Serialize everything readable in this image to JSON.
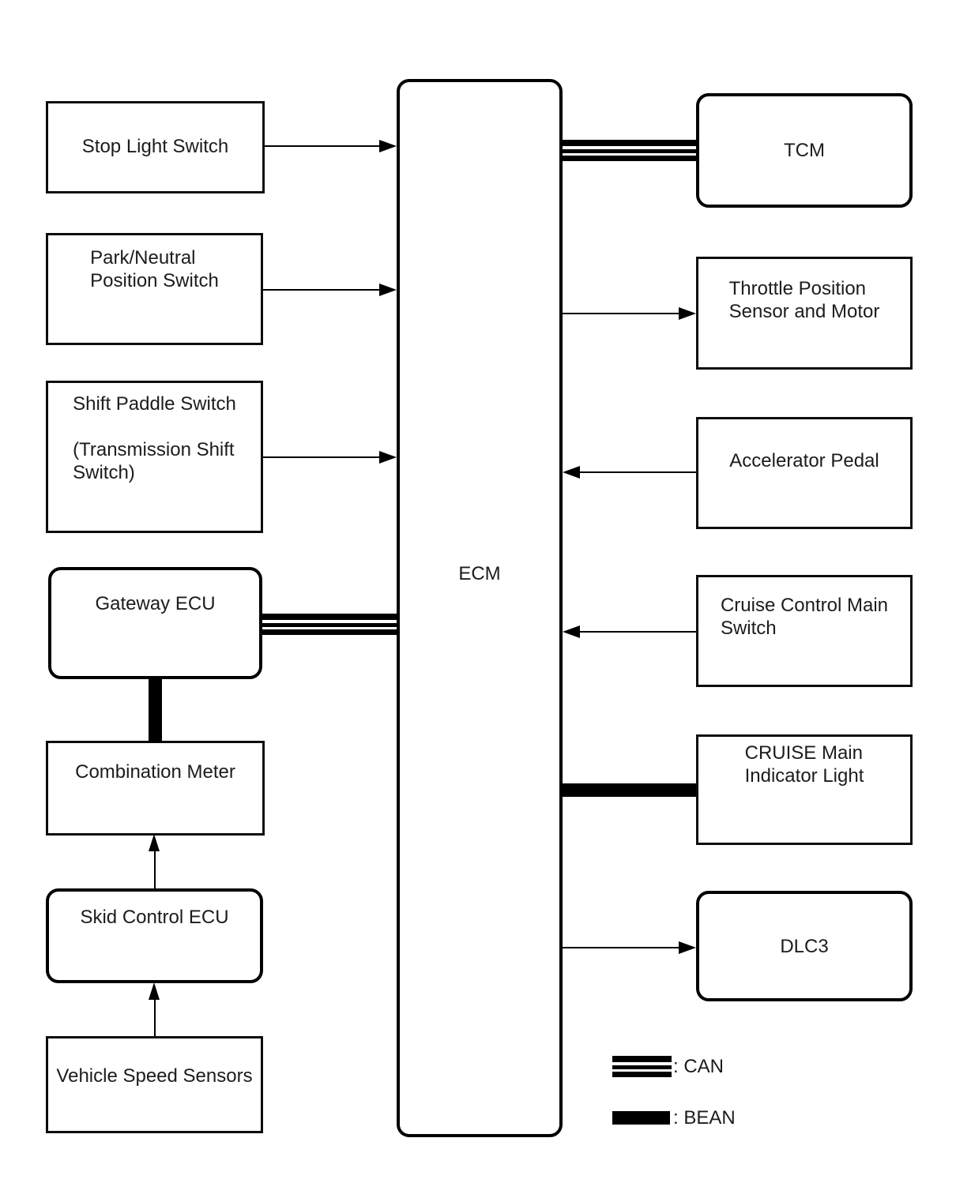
{
  "page": {
    "background": "#ffffff",
    "line_color": "#000000",
    "text_color": "#1c1c1c"
  },
  "nodes": {
    "stop_light_switch": {
      "label": "Stop Light Switch"
    },
    "park_neutral_position_switch": {
      "label": "Park/Neutral\nPosition Switch"
    },
    "shift_paddle_switch": {
      "label": "Shift Paddle Switch\n\n(Transmission Shift\nSwitch)"
    },
    "gateway_ecu": {
      "label": "Gateway ECU"
    },
    "combination_meter": {
      "label": "Combination Meter"
    },
    "skid_control_ecu": {
      "label": "Skid Control ECU"
    },
    "vehicle_speed_sensors": {
      "label": "Vehicle Speed Sensors"
    },
    "ecm": {
      "label": "ECM"
    },
    "tcm": {
      "label": "TCM"
    },
    "throttle_position_sensor_and_motor": {
      "label": "Throttle Position\nSensor and Motor"
    },
    "accelerator_pedal": {
      "label": "Accelerator Pedal"
    },
    "cruise_control_main_switch": {
      "label": "Cruise Control Main\nSwitch"
    },
    "cruise_main_indicator_light": {
      "label": "CRUISE Main\nIndicator Light"
    },
    "dlc3": {
      "label": "DLC3"
    }
  },
  "legend": {
    "can": ": CAN",
    "bean": ": BEAN"
  }
}
